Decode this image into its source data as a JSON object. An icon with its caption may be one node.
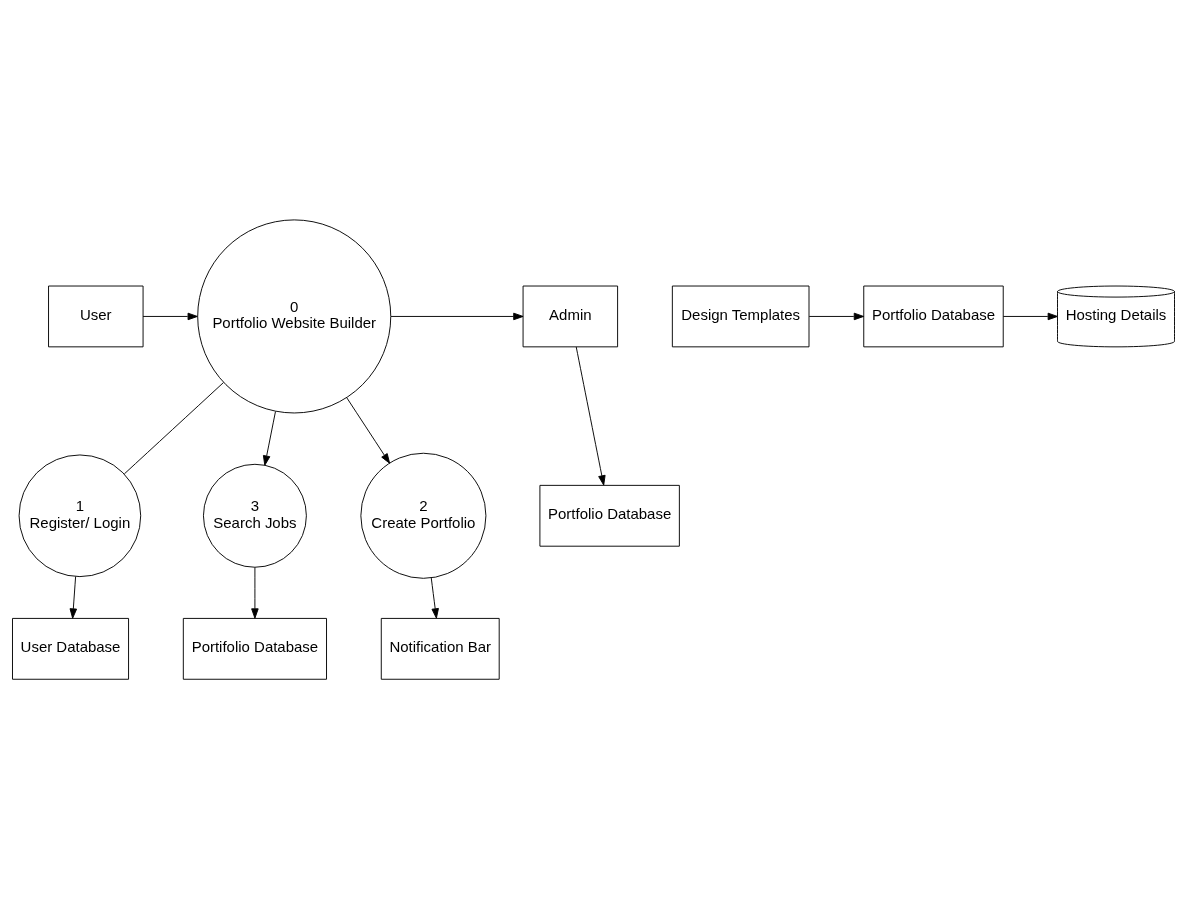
{
  "diagram": {
    "nodes": [
      {
        "text": [
          "User"
        ]
      },
      {
        "text": [
          "0",
          "Portfolio Website Builder"
        ]
      },
      {
        "text": [
          "Admin"
        ]
      },
      {
        "text": [
          "1",
          "Register/ Login"
        ]
      },
      {
        "text": [
          "3",
          "Search Jobs"
        ]
      },
      {
        "text": [
          "2",
          "Create Portfolio"
        ]
      },
      {
        "text": [
          "User Database"
        ]
      },
      {
        "text": [
          "Portifolio Database"
        ]
      },
      {
        "text": [
          "Notification Bar"
        ]
      },
      {
        "text": [
          "Portfolio Database"
        ]
      },
      {
        "text": [
          "Design Templates"
        ]
      },
      {
        "text": [
          "Portfolio Database"
        ]
      },
      {
        "text": [
          "Hosting Details"
        ]
      }
    ],
    "edges": [
      {
        "from": 0,
        "to": 1,
        "arrow": "to"
      },
      {
        "from": 1,
        "to": 2,
        "arrow": "to"
      },
      {
        "from": 1,
        "to": 3,
        "arrow": "none"
      },
      {
        "from": 1,
        "to": 4,
        "arrow": "to"
      },
      {
        "from": 1,
        "to": 5,
        "arrow": "to"
      },
      {
        "from": 3,
        "to": 6,
        "arrow": "to"
      },
      {
        "from": 4,
        "to": 7,
        "arrow": "to"
      },
      {
        "from": 5,
        "to": 8,
        "arrow": "to"
      },
      {
        "from": 2,
        "to": 9,
        "arrow": "to"
      },
      {
        "from": 10,
        "to": 11,
        "arrow": "to"
      },
      {
        "from": 11,
        "to": 12,
        "arrow": "to"
      }
    ]
  }
}
